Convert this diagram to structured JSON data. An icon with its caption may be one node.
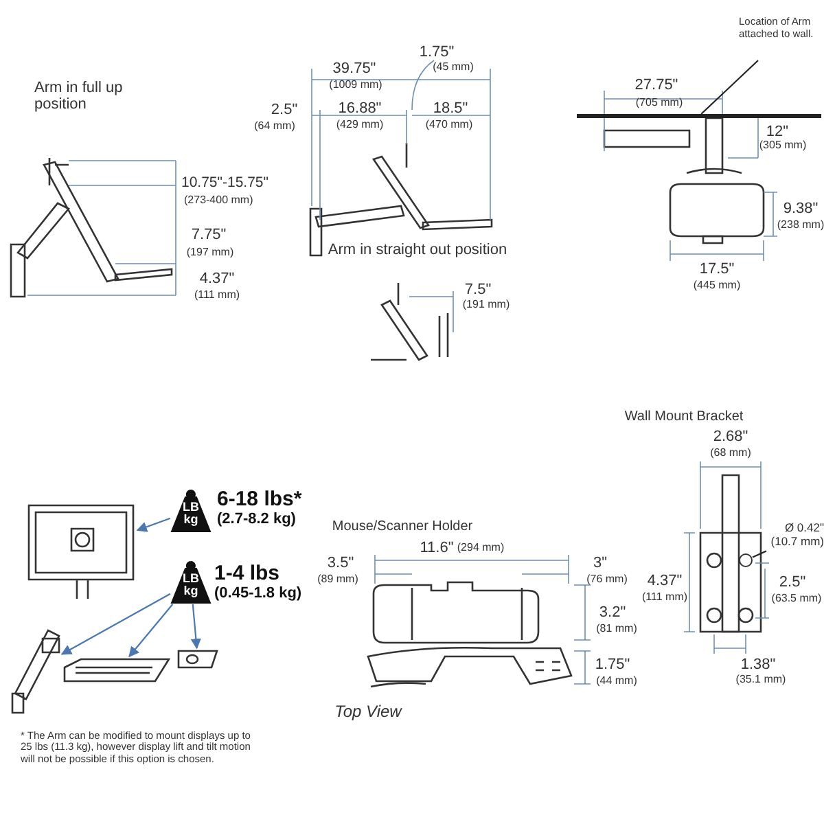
{
  "diagram": {
    "nodes": [
      {
        "text": [
          "Location of Arm attached to wall."
        ]
      },
      {
        "text": [],
        "shape": "bar"
      },
      {
        "text": [
          "Ø 0.42\" (10.7 mm)"
        ]
      },
      {
        "text": [],
        "shape": "circle"
      },
      {
        "text": [
          "LB kg"
        ],
        "beside": [
          "6-18 lbs*",
          "(2.7-8.2 kg)"
        ]
      },
      {
        "text": [
          "LB kg"
        ],
        "beside": [
          "1-4 lbs",
          "(0.45-1.8 kg)"
        ]
      },
      {
        "text": [],
        "shape": "picture"
      },
      {
        "text": [],
        "shape": "picture"
      },
      {
        "text": [],
        "shape": "picture"
      },
      {
        "text": [],
        "shape": "picture"
      }
    ],
    "edges": [
      {
        "from": 0,
        "to": 1,
        "arrow": "none",
        "color": "#222222"
      },
      {
        "from": 2,
        "to": 3,
        "arrow": "none",
        "color": "#222222"
      },
      {
        "from": 4,
        "to": 6,
        "arrow": "to"
      },
      {
        "from": 5,
        "to": 7,
        "arrow": "to"
      },
      {
        "from": 5,
        "to": 8,
        "arrow": "to"
      },
      {
        "from": 5,
        "to": 9,
        "arrow": "to"
      }
    ],
    "labels": [
      "Arm in full up position",
      "39.75\"",
      "(1009 mm)",
      "1.75\"",
      "(45 mm)",
      "2.5\"",
      "(64 mm)",
      "16.88\"",
      "(429 mm)",
      "18.5\"",
      "(470 mm)",
      "27.75\"",
      "(705 mm)",
      "12\"",
      "(305 mm)",
      "10.75\"-15.75\"",
      "(273-400 mm)",
      "9.38\"",
      "(238 mm)",
      "7.75\"",
      "(197 mm)",
      "4.37\"",
      "(111 mm)",
      "Arm in straight out position",
      "17.5\"",
      "(445 mm)",
      "7.5\"",
      "(191 mm)",
      "Wall Mount Bracket",
      "2.68\"",
      "(68 mm)",
      "Mouse/Scanner Holder",
      "11.6\"",
      "(294 mm)",
      "3.5\"",
      "(89 mm)",
      "3\"",
      "(76 mm)",
      "4.37\"",
      "(111 mm)",
      "2.5\"",
      "(63.5 mm)",
      "3.2\"",
      "(81 mm)",
      "1.38\"",
      "(35.1 mm)",
      "1.75\"",
      "(44 mm)",
      "Top View",
      "* The Arm can be modified to mount displays up to 25 lbs (11.3 kg), however display lift and tilt motion will not be possible if this option is chosen."
    ]
  }
}
